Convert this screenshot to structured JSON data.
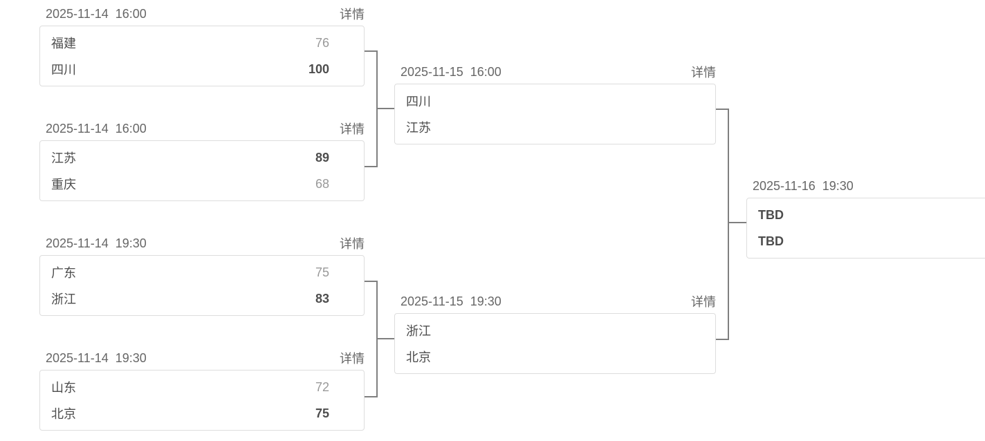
{
  "colors": {
    "background": "#ffffff",
    "card_border": "#dddddd",
    "connector_line": "#7f7f7f",
    "muted_text": "#666666",
    "team_text": "#4d4d4d",
    "loser_score": "#999999",
    "winner_score": "#4d4d4d"
  },
  "matches": [
    {
      "datetime": "2025-11-14  16:00",
      "details_label": "详情",
      "teams": [
        {
          "name": "福建",
          "score": "76",
          "winner": false
        },
        {
          "name": "四川",
          "score": "100",
          "winner": true
        }
      ]
    },
    {
      "datetime": "2025-11-14  16:00",
      "details_label": "详情",
      "teams": [
        {
          "name": "江苏",
          "score": "89",
          "winner": true
        },
        {
          "name": "重庆",
          "score": "68",
          "winner": false
        }
      ]
    },
    {
      "datetime": "2025-11-14  19:30",
      "details_label": "详情",
      "teams": [
        {
          "name": "广东",
          "score": "75",
          "winner": false
        },
        {
          "name": "浙江",
          "score": "83",
          "winner": true
        }
      ]
    },
    {
      "datetime": "2025-11-14  19:30",
      "details_label": "详情",
      "teams": [
        {
          "name": "山东",
          "score": "72",
          "winner": false
        },
        {
          "name": "北京",
          "score": "75",
          "winner": true
        }
      ]
    },
    {
      "datetime": "2025-11-15  16:00",
      "details_label": "详情",
      "teams": [
        {
          "name": "四川",
          "score": "",
          "winner": false
        },
        {
          "name": "江苏",
          "score": "",
          "winner": false
        }
      ]
    },
    {
      "datetime": "2025-11-15  19:30",
      "details_label": "详情",
      "teams": [
        {
          "name": "浙江",
          "score": "",
          "winner": false
        },
        {
          "name": "北京",
          "score": "",
          "winner": false
        }
      ]
    },
    {
      "datetime": "2025-11-16  19:30",
      "details_label": "",
      "teams": [
        {
          "name": "TBD",
          "score": "",
          "winner": false
        },
        {
          "name": "TBD",
          "score": "",
          "winner": false
        }
      ]
    }
  ]
}
